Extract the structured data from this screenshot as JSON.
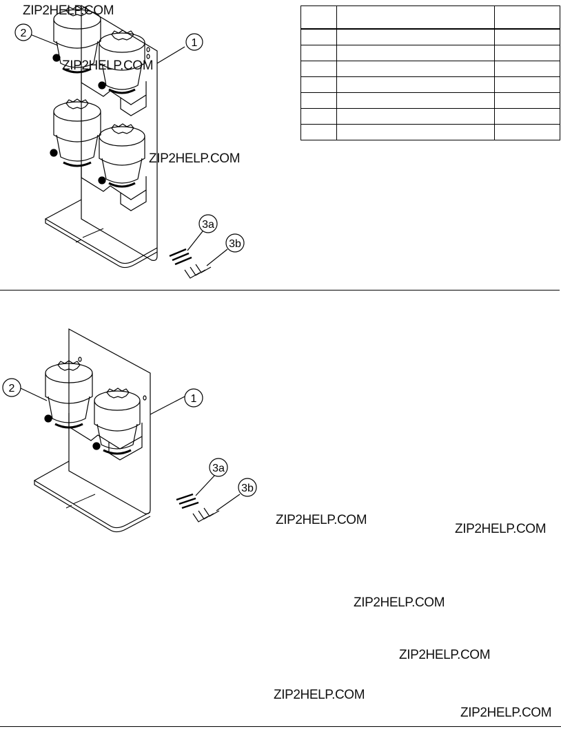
{
  "watermarks": [
    {
      "id": "wm1",
      "text": "ZIP2HELP.COM"
    },
    {
      "id": "wm2",
      "text": "ZIP2HELP.COM"
    },
    {
      "id": "wm3",
      "text": "ZIP2HELP.COM"
    },
    {
      "id": "wm4",
      "text": "ZIP2HELP.COM"
    },
    {
      "id": "wm5",
      "text": "ZIP2HELP.COM"
    },
    {
      "id": "wm6",
      "text": "ZIP2HELP.COM"
    },
    {
      "id": "wm7",
      "text": "ZIP2HELP.COM"
    },
    {
      "id": "wm8",
      "text": "ZIP2HELP.COM"
    },
    {
      "id": "wm9",
      "text": "ZIP2HELP.COM"
    }
  ],
  "diagram_top": {
    "callouts": {
      "c1": "1",
      "c2": "2",
      "c3a": "3a",
      "c3b": "3b"
    }
  },
  "diagram_bottom": {
    "callouts": {
      "c1": "1",
      "c2": "2",
      "c3a": "3a",
      "c3b": "3b"
    }
  },
  "parts_table": {
    "header": [
      "",
      "",
      ""
    ],
    "rows": [
      [
        "",
        "",
        ""
      ],
      [
        "",
        "",
        ""
      ],
      [
        "",
        "",
        ""
      ],
      [
        "",
        "",
        ""
      ],
      [
        "",
        "",
        ""
      ],
      [
        "",
        "",
        ""
      ],
      [
        "",
        "",
        ""
      ]
    ]
  }
}
